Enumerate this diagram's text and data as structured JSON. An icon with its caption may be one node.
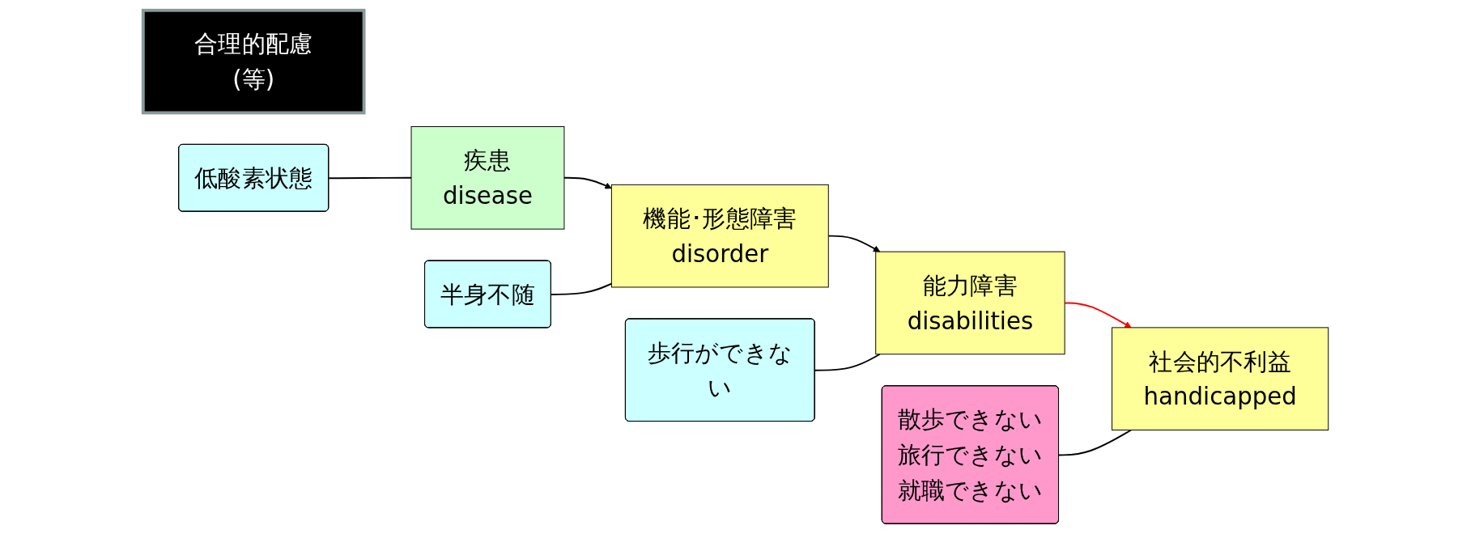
{
  "diagram": {
    "nodes": [
      {
        "text": [
          "疾患",
          "disease"
        ]
      },
      {
        "text": [
          "機能･形態障害",
          "disorder"
        ]
      },
      {
        "text": [
          "能力障害",
          "disabilities"
        ]
      },
      {
        "text": [
          "合理的配慮(等)"
        ]
      },
      {
        "text": [
          "社会的不利益",
          "handicapped"
        ]
      },
      {
        "text": [
          "低酸素状態"
        ]
      },
      {
        "text": [
          "半身不随"
        ]
      },
      {
        "text": [
          "歩行ができない"
        ]
      },
      {
        "text": [
          "散歩できない",
          "旅行できない",
          "就職できない"
        ]
      }
    ],
    "edges": [
      {
        "from": 0,
        "to": 1,
        "arrow": "to"
      },
      {
        "from": 1,
        "to": 2,
        "arrow": "to"
      },
      {
        "from": 2,
        "to": 4,
        "arrow": "to",
        "color": "#ff0000"
      },
      {
        "from": 5,
        "to": 0,
        "arrow": "none"
      },
      {
        "from": 6,
        "to": 1,
        "arrow": "none"
      },
      {
        "from": 7,
        "to": 2,
        "arrow": "none"
      },
      {
        "from": 8,
        "to": 4,
        "arrow": "none"
      }
    ]
  }
}
